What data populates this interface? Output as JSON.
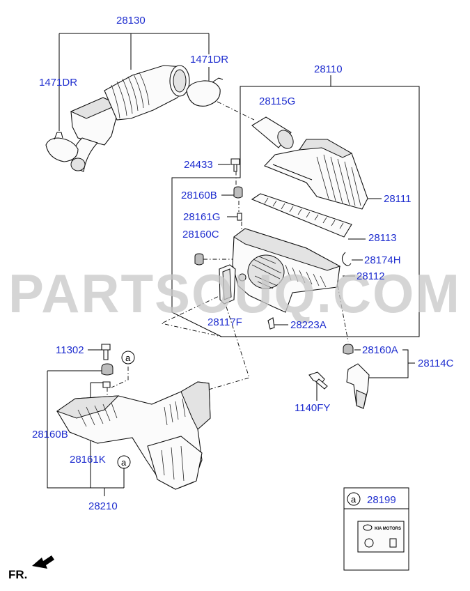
{
  "watermark": "PARTSOUQ.COM",
  "orientation_label": "FR.",
  "part_numbers": {
    "p28130": "28130",
    "p1471DR_left": "1471DR",
    "p1471DR_right": "1471DR",
    "p28110": "28110",
    "p28115G": "28115G",
    "p24433": "24433",
    "p28111": "28111",
    "p28160B_upper": "28160B",
    "p28161G": "28161G",
    "p28113": "28113",
    "p28160C": "28160C",
    "p28174H": "28174H",
    "p28112": "28112",
    "p28117F": "28117F",
    "p28223A": "28223A",
    "p11302": "11302",
    "p28160A": "28160A",
    "p28114C": "28114C",
    "p1140FY": "1140FY",
    "p28160B_lower": "28160B",
    "p28161K": "28161K",
    "p28210": "28210",
    "p28199": "28199"
  },
  "callouts": {
    "a_top": "a",
    "a_bottom": "a",
    "a_inset": "a"
  },
  "inset_label_text": "KIA MOTORS"
}
